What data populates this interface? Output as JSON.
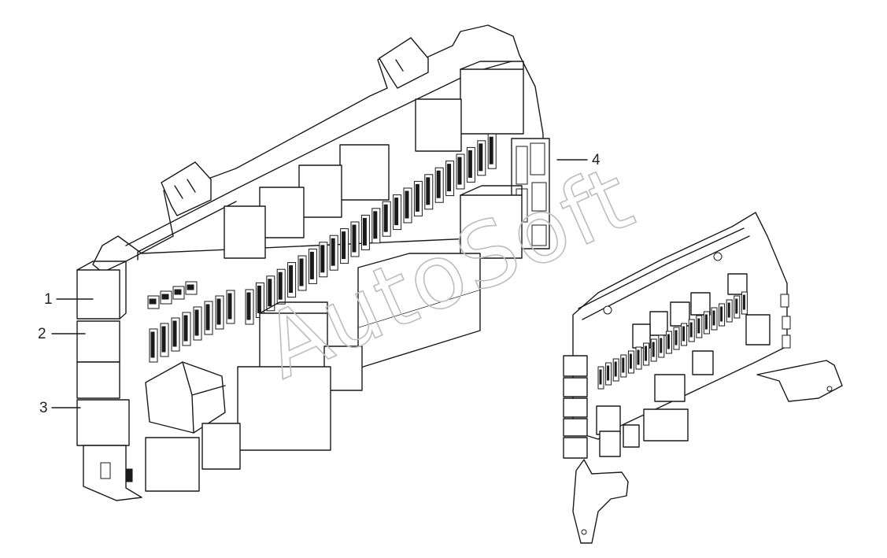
{
  "callouts": [
    {
      "label": "1",
      "part": "relay-1"
    },
    {
      "label": "2",
      "part": "relay-2"
    },
    {
      "label": "3",
      "part": "relay-3"
    },
    {
      "label": "4",
      "part": "fuse-block-4"
    }
  ],
  "watermark": "AutoSoft"
}
